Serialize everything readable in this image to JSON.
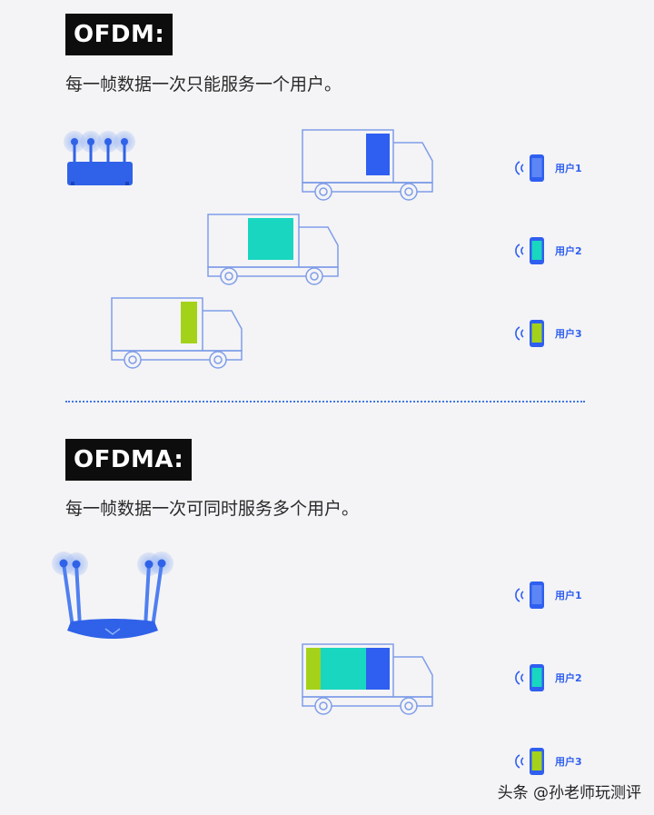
{
  "ofdm": {
    "title": "OFDM:",
    "subtitle": "每一帧数据一次只能服务一个用户。",
    "users": [
      {
        "label": "用户1",
        "color": "#2f5ff0"
      },
      {
        "label": "用户2",
        "color": "#19d6c0"
      },
      {
        "label": "用户3",
        "color": "#a4d21a"
      }
    ]
  },
  "ofdma": {
    "title": "OFDMA:",
    "subtitle": "每一帧数据一次可同时服务多个用户。",
    "users": [
      {
        "label": "用户1",
        "color": "#2f5ff0"
      },
      {
        "label": "用户2",
        "color": "#19d6c0"
      },
      {
        "label": "用户3",
        "color": "#a4d21a"
      }
    ]
  },
  "colors": {
    "truck_outline": "#7f9de8",
    "device_blue": "#2f62e8",
    "signal_halo": "#9db8f2"
  },
  "watermark": "头条 @孙老师玩测评"
}
